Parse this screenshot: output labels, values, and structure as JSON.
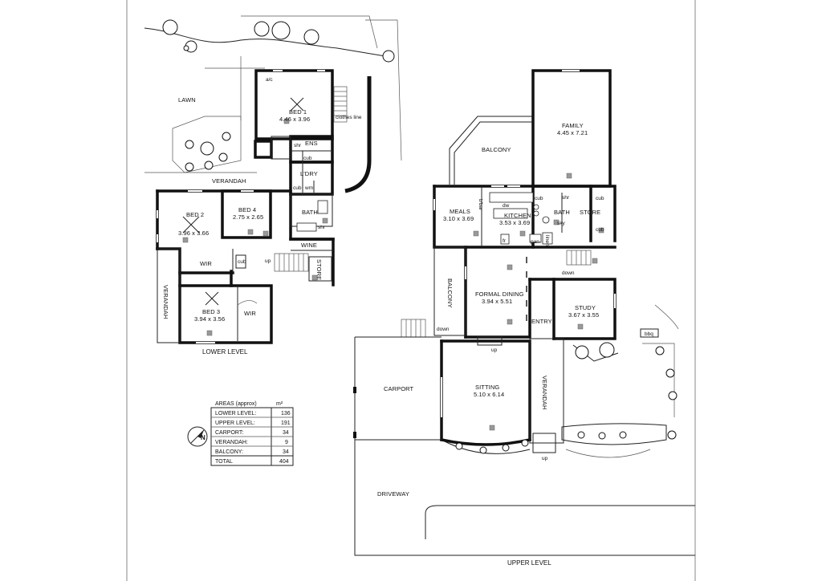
{
  "lower_level": {
    "title": "LOWER LEVEL",
    "outdoor": {
      "lawn": "LAWN",
      "verandah_top": "VERANDAH",
      "verandah_side": "VERANDAH",
      "clothes_line": "clothes line"
    },
    "rooms": {
      "bed1": {
        "name": "BED 1",
        "dims": "4.46 x 3.96"
      },
      "ac": "a/c",
      "ens": "ENS",
      "ens_shr": "shr",
      "ens_cub": "cub",
      "ldry": "L'DRY",
      "ldry_cub": "cub",
      "ldry_wm": "wm",
      "bath": "BATH",
      "bath_shr": "shr",
      "wine": "WINE",
      "store": "STORE",
      "up": "up",
      "bed2": {
        "name": "BED 2",
        "dims": "3.96 x 3.66"
      },
      "bed4": {
        "name": "BED 4",
        "dims": "2.75 x 2.65"
      },
      "bed3": {
        "name": "BED 3",
        "dims": "3.94 x 3.56"
      },
      "wir1": "WIR",
      "wir2": "WIR",
      "cub": "cub"
    }
  },
  "upper_level": {
    "title": "UPPER LEVEL",
    "rooms": {
      "family": {
        "name": "FAMILY",
        "dims": "4.45 x 7.21"
      },
      "balcony_top": "BALCONY",
      "balcony_side": "BALCONY",
      "meals": {
        "name": "MEALS",
        "dims": "3.10 x 3.69"
      },
      "b_bar": "b'bar",
      "kitchen": {
        "name": "KITCHEN",
        "dims": "3.53 x 3.69"
      },
      "dw": "dw",
      "fr": "fr",
      "pan": "pan",
      "linen": "linen",
      "bath": "BATH",
      "bath_shr": "shr",
      "bath_cub": "cub",
      "skylight": "sky",
      "store": "STORE",
      "store_cub_top": "cub",
      "store_cub_bottom": "cub",
      "formal_dining": {
        "name": "FORMAL DINING",
        "dims": "3.94 x 5.51"
      },
      "study": {
        "name": "STUDY",
        "dims": "3.67 x 3.55"
      },
      "entry": "ENTRY",
      "sitting": {
        "name": "SITTING",
        "dims": "5.10 x 6.14"
      },
      "carport": "CARPORT",
      "verandah": "VERANDAH",
      "driveway": "DRIVEWAY",
      "bbq": "bbq",
      "down1": "down",
      "down2": "down",
      "up1": "up",
      "up2": "up"
    }
  },
  "areas": {
    "title": "AREAS (approx)",
    "unit": "m²",
    "rows": [
      {
        "label": "LOWER LEVEL:",
        "value": "136"
      },
      {
        "label": "UPPER LEVEL:",
        "value": "191"
      },
      {
        "label": "CARPORT:",
        "value": "34"
      },
      {
        "label": "VERANDAH:",
        "value": "9"
      },
      {
        "label": "BALCONY:",
        "value": "34"
      }
    ],
    "total": {
      "label": "TOTAL",
      "value": "404"
    }
  },
  "north_arrow": {
    "label": "N",
    "icon": "north-arrow-icon"
  }
}
